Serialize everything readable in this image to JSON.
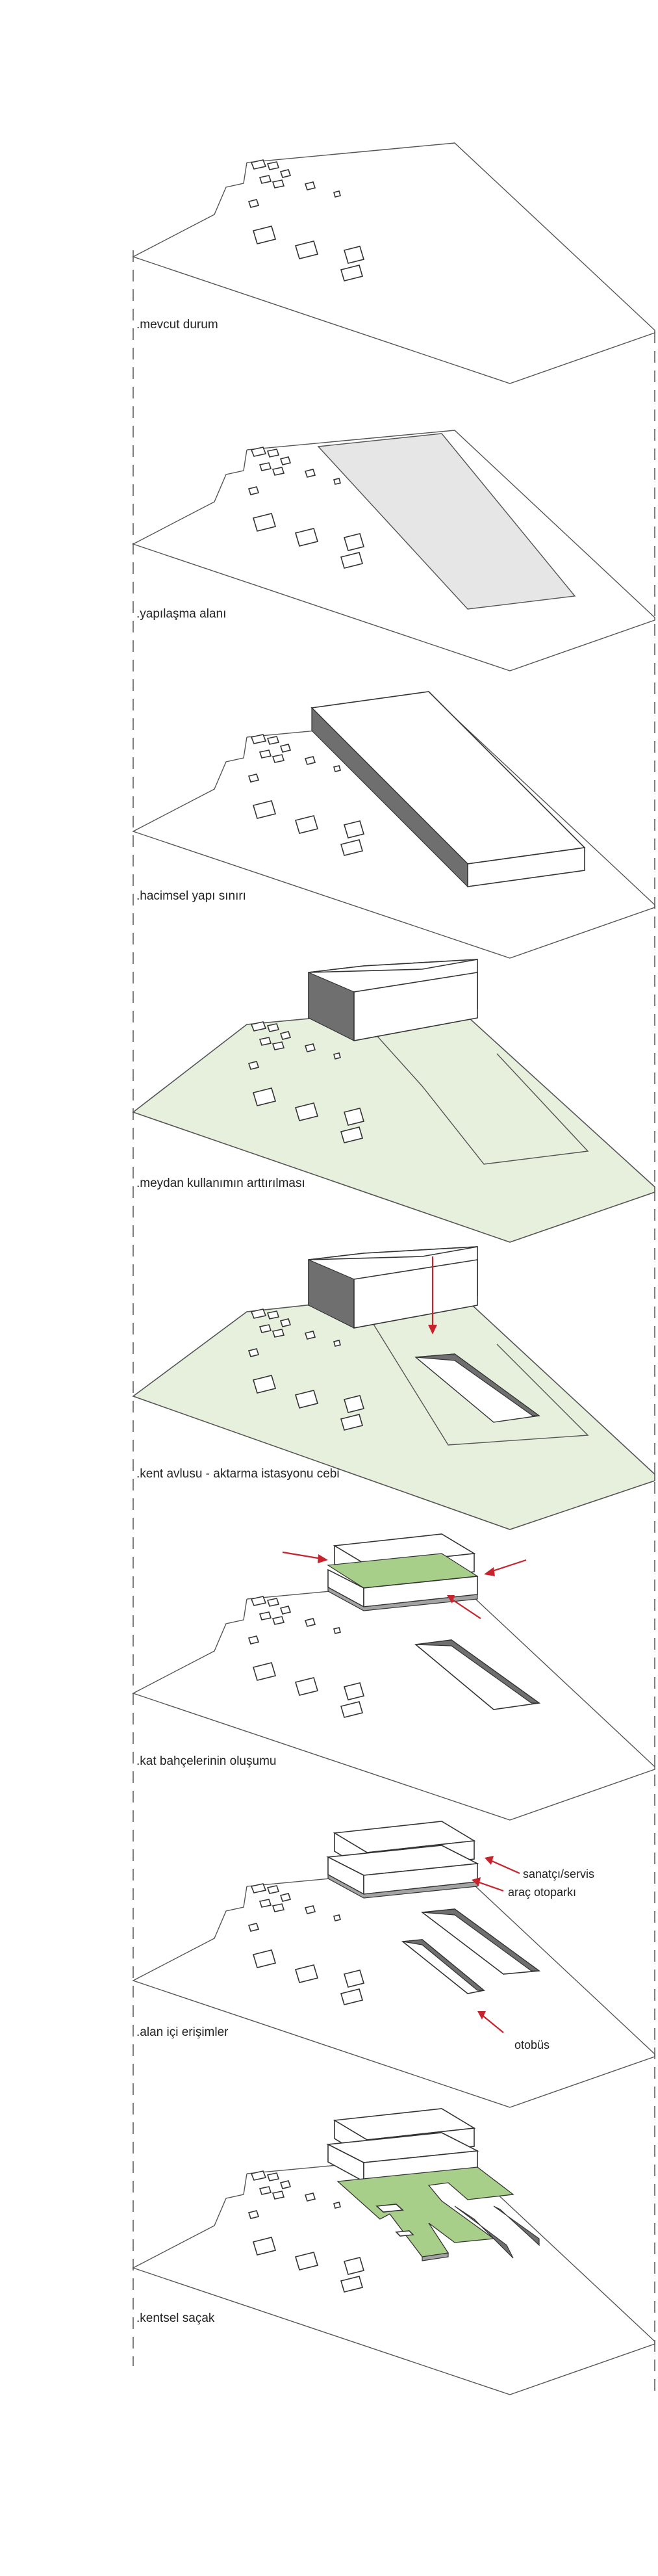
{
  "steps": [
    {
      "label": ".mevcut durum"
    },
    {
      "label": ".yapılaşma alanı"
    },
    {
      "label": ".hacimsel yapı sınırı"
    },
    {
      "label": ".meydan kullanımın arttırılması"
    },
    {
      "label": ".kent avlusu - aktarma istasyonu cebi"
    },
    {
      "label": ".kat bahçelerinin oluşumu"
    },
    {
      "label": ".alan içi erişimler"
    },
    {
      "label": ".kentsel saçak"
    }
  ],
  "annotations": {
    "sanatci_servis": "sanatçı/servis",
    "arac_otoparki": "araç otoparkı",
    "otobus": "otobüs"
  },
  "colors": {
    "green_fill": "#e6f0dc",
    "roof_green": "#a8cf8a",
    "arrow_red": "#c8232c",
    "build_area_grey": "#e6e6e6"
  }
}
